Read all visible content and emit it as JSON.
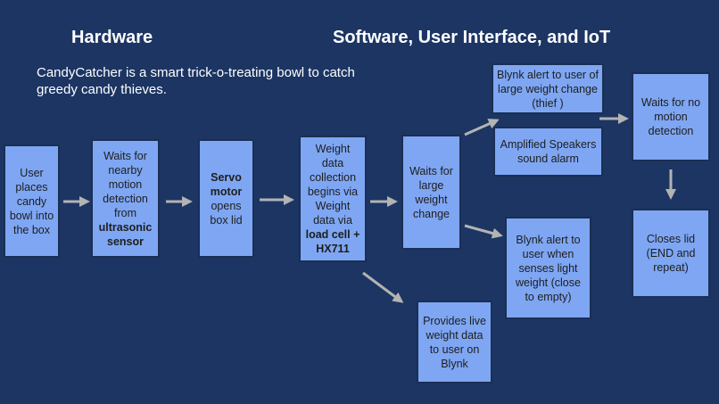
{
  "headings": {
    "hardware": "Hardware",
    "software": "Software, User Interface, and IoT"
  },
  "intro": "CandyCatcher is a smart trick-o-treating bowl to catch greedy candy thieves.",
  "boxes": {
    "user_places": "User places candy bowl into the box",
    "wait_motion": {
      "pre": "Waits for nearby motion detection from",
      "bold": "ultrasonic sensor"
    },
    "servo": {
      "bold": "Servo motor",
      "post": "opens box lid"
    },
    "weight_collect": {
      "pre": "Weight data collection begins via Weight data via",
      "bold": "load cell + HX711"
    },
    "wait_weight": "Waits for large weight change",
    "blynk_thief": "Blynk alert to user of large weight change (thief )",
    "speakers": "Amplified Speakers sound alarm",
    "blynk_empty": "Blynk alert to user when senses light weight (close to empty)",
    "live_data": "Provides live weight data to user on Blynk",
    "wait_no_motion": "Waits for no motion detection",
    "close_lid": "Closes lid (END and repeat)"
  },
  "colors": {
    "background": "#1c3563",
    "box_fill": "#7ea6f3",
    "box_border": "#1a2f54",
    "arrow": "#b3b3b3"
  }
}
